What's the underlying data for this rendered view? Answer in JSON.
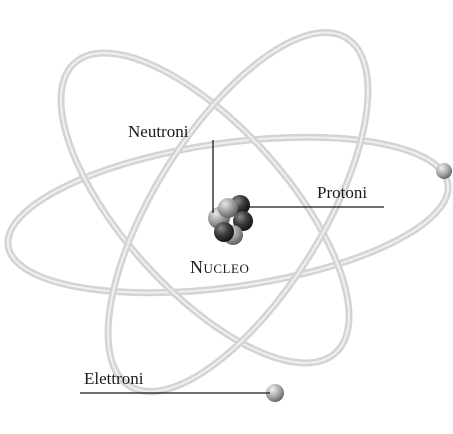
{
  "labels": {
    "neutrons": "Neutroni",
    "protons": "Protoni",
    "nucleus": "Nucleo",
    "electrons": "Elettroni"
  },
  "colors": {
    "orbit": "#d6d6d6",
    "orbit_highlight": "#eeeeee",
    "proton": "#2e2e2e",
    "neutron": "#8a8a8a",
    "electron": "#9a9a9a"
  }
}
